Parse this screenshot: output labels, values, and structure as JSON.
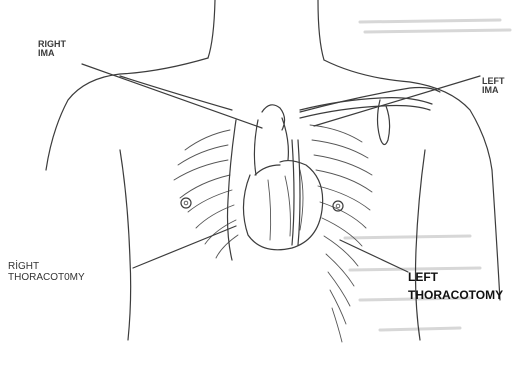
{
  "labels": {
    "right_ima": "RIGHT\nIMA",
    "left_ima": "LEFT\nIMA",
    "right_thoracotomy": "RİGHT\nTHORACOT0MY",
    "left_thoracotomy": "LEFT\nTHORACOTOMY"
  },
  "colors": {
    "ink": "#3c3c3c",
    "background": "#ffffff"
  }
}
